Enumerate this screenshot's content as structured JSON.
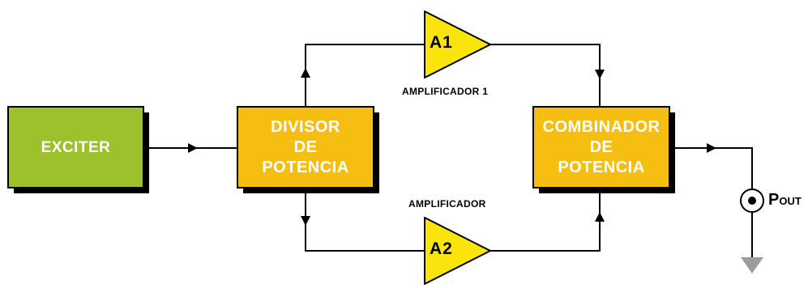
{
  "diagram": {
    "blocks": {
      "exciter": {
        "label": "EXCITER",
        "color": "#9DC02D"
      },
      "divisor": {
        "line1": "DIVISOR",
        "line2": "DE",
        "line3": "POTENCIA",
        "color": "#F7BE12"
      },
      "combinador": {
        "line1": "COMBINADOR",
        "line2": "DE",
        "line3": "POTENCIA",
        "color": "#F7BE12"
      }
    },
    "amplifiers": {
      "a1": {
        "symbol": "A1",
        "caption": "AMPLIFICADOR 1",
        "color": "#F9E40B"
      },
      "a2": {
        "symbol": "A2",
        "caption": "AMPLIFICADOR",
        "color": "#F9E40B"
      }
    },
    "output": {
      "label_main": "P",
      "label_sub": "OUT"
    },
    "colors": {
      "line": "#000000",
      "shadow": "#000000",
      "ground": "#9C9C9C"
    }
  }
}
